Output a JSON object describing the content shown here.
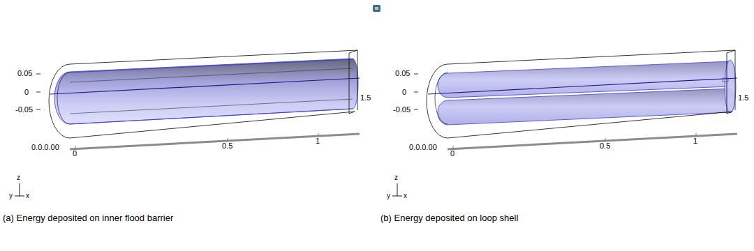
{
  "diagram": {
    "labels": [
      "0.05",
      "0",
      "-0.05",
      "0.0.0.00",
      "0",
      "0.5",
      "1",
      "1.5",
      "z",
      "y",
      "x",
      "(a) Energy deposited on inner flood barrier",
      "0.05",
      "0",
      "-0.05",
      "0.0.0.00",
      "0",
      "0.5",
      "1",
      "1.5",
      "z",
      "y",
      "x",
      "(b) Energy deposited on loop shell"
    ]
  }
}
